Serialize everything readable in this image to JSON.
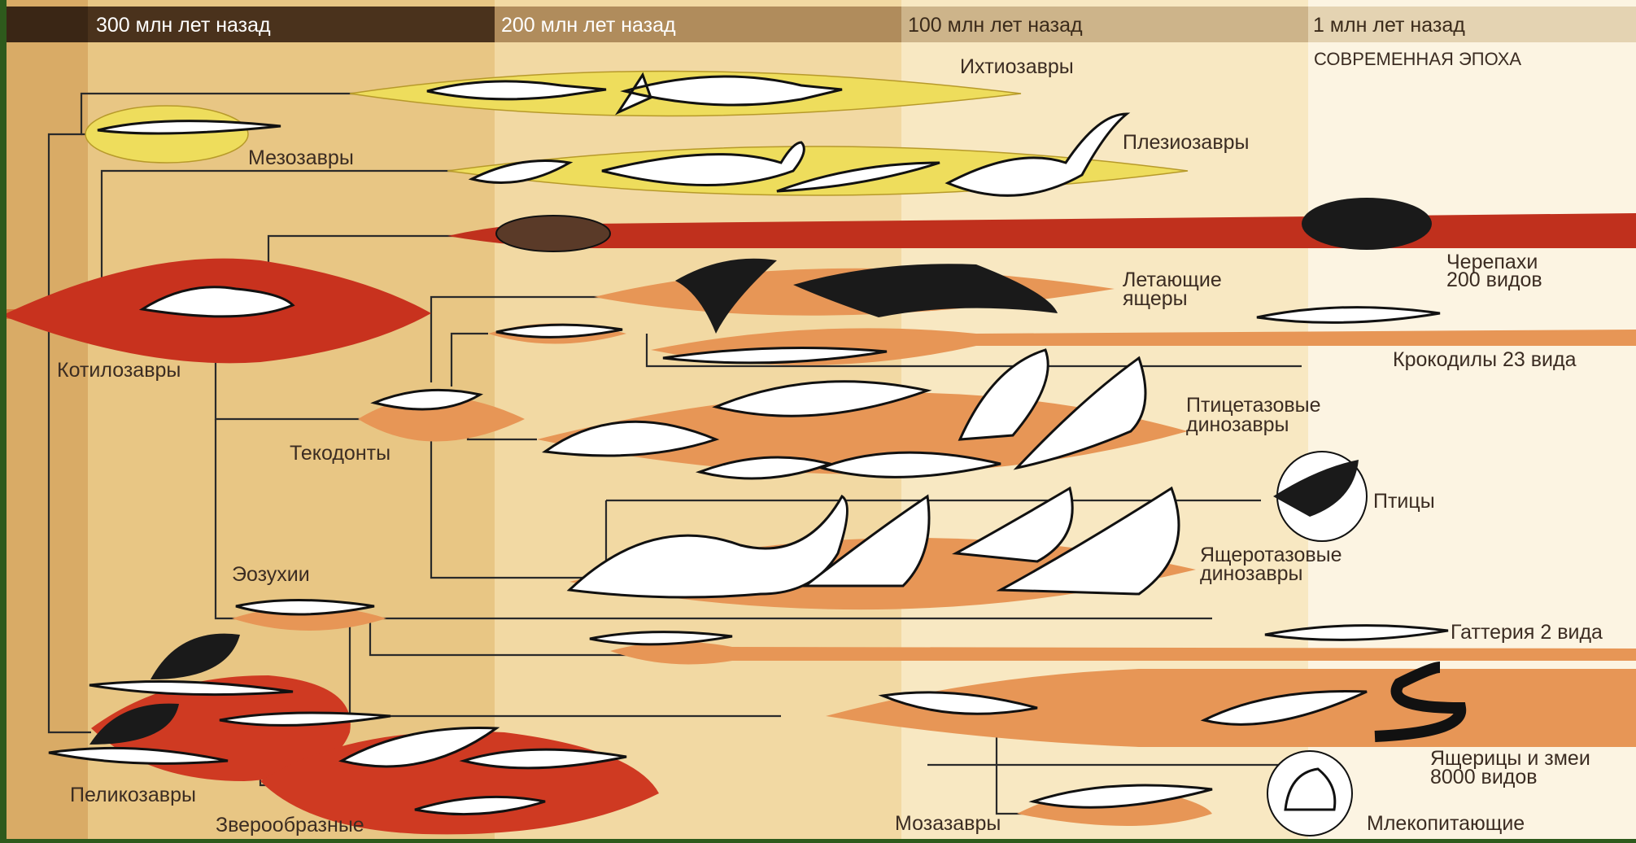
{
  "timeline": [
    "300 млн лет назад",
    "200 млн лет назад",
    "100 млн лет назад",
    "1 млн лет назад"
  ],
  "modern_era": "СОВРЕМЕННАЯ ЭПОХА",
  "groups": {
    "ichthyosaurs": "Ихтиозавры",
    "plesiosaurs": "Плезиозавры",
    "mesosaurs": "Мезозавры",
    "turtles_1": "Черепахи",
    "turtles_2": "200 видов",
    "pterosaurs_1": "Летающие",
    "pterosaurs_2": "ящеры",
    "cotylosaurs": "Котилозавры",
    "crocodiles": "Крокодилы 23 вида",
    "ornithischia_1": "Птицетазовые",
    "ornithischia_2": "динозавры",
    "thecodonts": "Текодонты",
    "birds": "Птицы",
    "saurischia_1": "Ящеротазовые",
    "saurischia_2": "динозавры",
    "eosuchia": "Эозухии",
    "tuatara": "Гаттерия 2 вида",
    "lizards_1": "Ящерицы и змеи",
    "lizards_2": "8000 видов",
    "pelycosaurs": "Пеликозавры",
    "mosasaurs": "Мозазавры",
    "mammals": "Млекопитающие",
    "therapsids": "Зверообразные"
  },
  "colors": {
    "band_300": "#e5c27e",
    "band_200": "#f1d59b",
    "band_100": "#f7e6bd",
    "band_1": "#fbf3df",
    "header": "#3e2a17",
    "yellow": "#eedd5c",
    "red": "#c8321e",
    "orange": "#e79656",
    "trunk": "#d7a35a",
    "frame": "#2e5a1c"
  }
}
